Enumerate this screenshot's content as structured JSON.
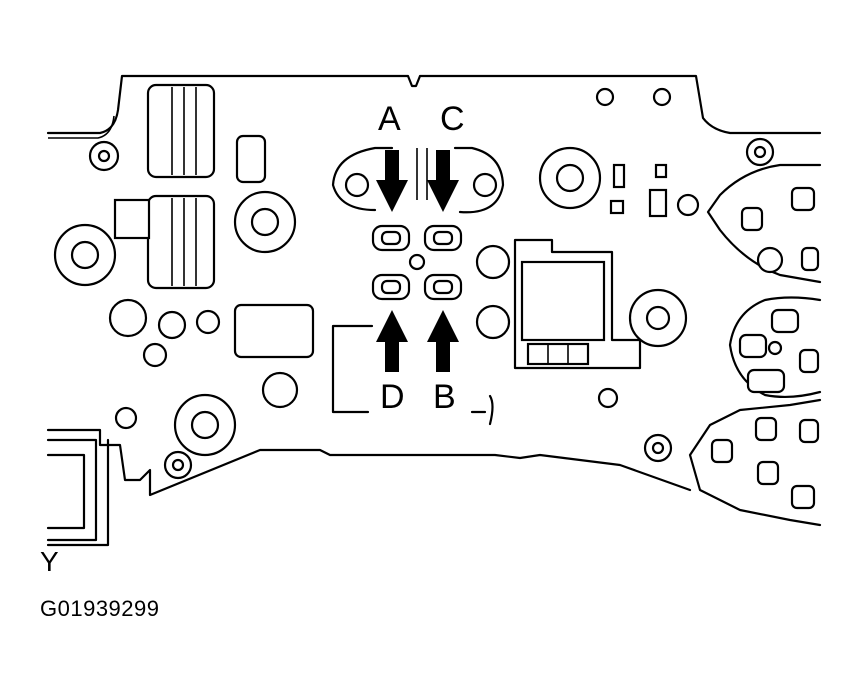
{
  "labels": {
    "a": "A",
    "b": "B",
    "c": "C",
    "d": "D"
  },
  "view_label": "Y",
  "figure_code": "G01939299",
  "arrows": {
    "a": "arrow-down",
    "c": "arrow-down",
    "d": "arrow-up",
    "b": "arrow-up"
  },
  "colors": {
    "line": "#000000",
    "background": "#ffffff"
  }
}
